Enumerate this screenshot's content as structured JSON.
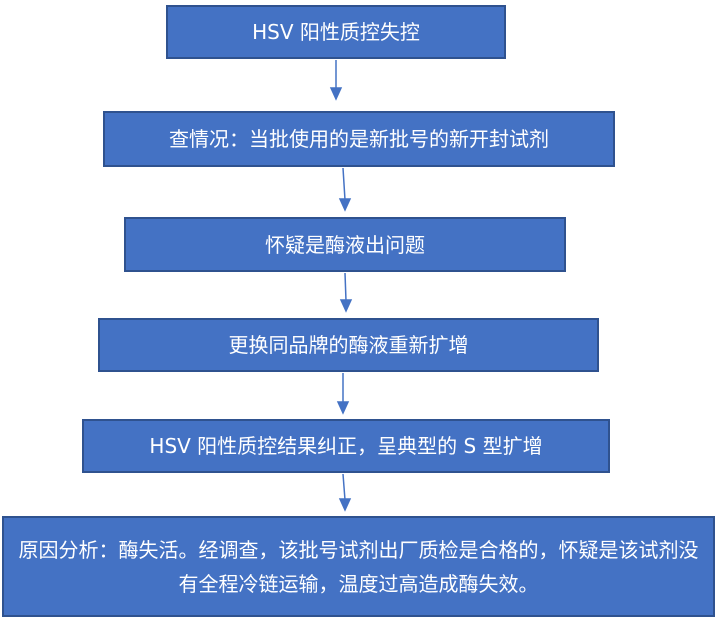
{
  "colors": {
    "fill": "#4472C4",
    "border": "#2F528F",
    "arrow": "#4472C4",
    "text": "#ffffff"
  },
  "steps": [
    "HSV 阳性质控失控",
    "查情况：当批使用的是新批号的新开封试剂",
    "怀疑是酶液出问题",
    "更换同品牌的酶液重新扩增",
    "HSV 阳性质控结果纠正，呈典型的 S 型扩增",
    "原因分析：酶失活。经调查，该批号试剂出厂质检是合格的，怀疑是该试剂没有全程冷链运输，温度过高造成酶失效。"
  ]
}
